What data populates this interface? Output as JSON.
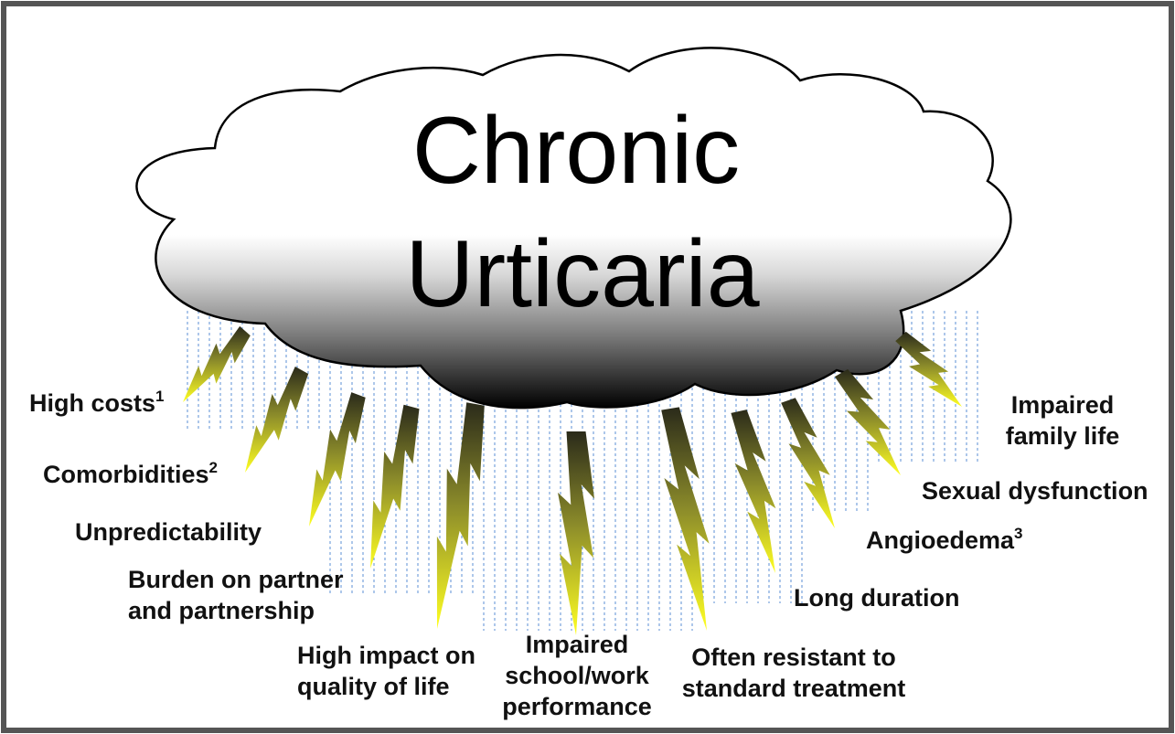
{
  "title": {
    "line1": "Chronic",
    "line2": "Urticaria"
  },
  "colors": {
    "border": "#555555",
    "cloud_stroke": "#000000",
    "cloud_top": "#ffffff",
    "cloud_bottom": "#000000",
    "bolt_top": "#2a2a1a",
    "bolt_bottom": "#ffff22",
    "rain": "#5b8fd6"
  },
  "labels": [
    {
      "id": "high-costs",
      "lines": [
        "High costs"
      ],
      "sup": "1"
    },
    {
      "id": "comorbidities",
      "lines": [
        "Comorbidities"
      ],
      "sup": "2"
    },
    {
      "id": "unpredictability",
      "lines": [
        "Unpredictability"
      ]
    },
    {
      "id": "burden-partner",
      "lines": [
        "Burden on partner",
        "and partnership"
      ]
    },
    {
      "id": "quality-of-life",
      "lines": [
        "High impact on",
        "quality of life"
      ]
    },
    {
      "id": "school-work",
      "lines": [
        "Impaired",
        "school/work",
        "performance"
      ]
    },
    {
      "id": "resistant-treatment",
      "lines": [
        "Often resistant to",
        "standard treatment"
      ]
    },
    {
      "id": "long-duration",
      "lines": [
        "Long duration"
      ]
    },
    {
      "id": "angioedema",
      "lines": [
        "Angioedema"
      ],
      "sup": "3"
    },
    {
      "id": "sexual-dysfunction",
      "lines": [
        "Sexual dysfunction"
      ]
    },
    {
      "id": "family-life",
      "lines": [
        "Impaired",
        "family life"
      ]
    }
  ]
}
